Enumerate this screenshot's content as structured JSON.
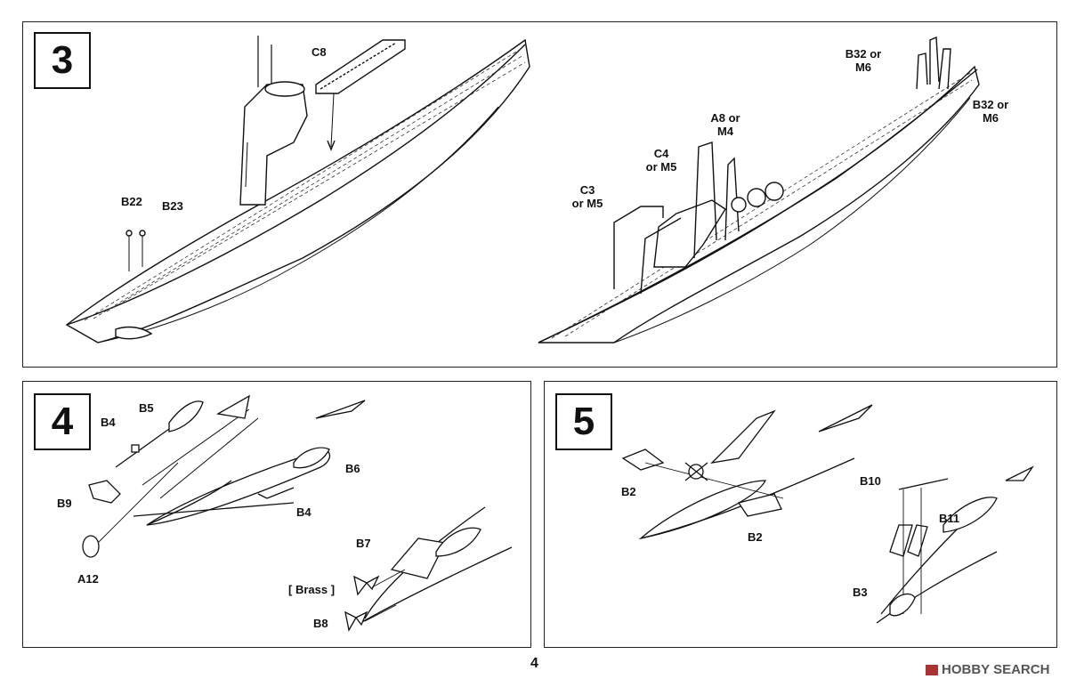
{
  "page_number": "4",
  "watermark": "HOBBY SEARCH",
  "steps": {
    "s3": {
      "number": "3",
      "labels": {
        "c8": "C8",
        "b22": "B22",
        "b23": "B23",
        "b32_or_m6_a_1": "B32 or",
        "b32_or_m6_a_2": "M6",
        "b32_or_m6_b_1": "B32 or",
        "b32_or_m6_b_2": "M6",
        "a8_or_m4_1": "A8 or",
        "a8_or_m4_2": "M4",
        "c4_or_m5_1": "C4",
        "c4_or_m5_2": "or M5",
        "c3_or_m5_1": "C3",
        "c3_or_m5_2": "or M5"
      }
    },
    "s4": {
      "number": "4",
      "labels": {
        "b5": "B5",
        "b4_top": "B4",
        "b6": "B6",
        "b9": "B9",
        "b4_bottom": "B4",
        "a12": "A12",
        "b7": "B7",
        "brass": "[ Brass ]",
        "b8": "B8"
      }
    },
    "s5": {
      "number": "5",
      "labels": {
        "b2_left": "B2",
        "b2_right": "B2",
        "b10": "B10",
        "b11": "B11",
        "b3": "B3"
      }
    }
  },
  "icons": {
    "watermark_logo": "hobby-search-logo-icon"
  }
}
